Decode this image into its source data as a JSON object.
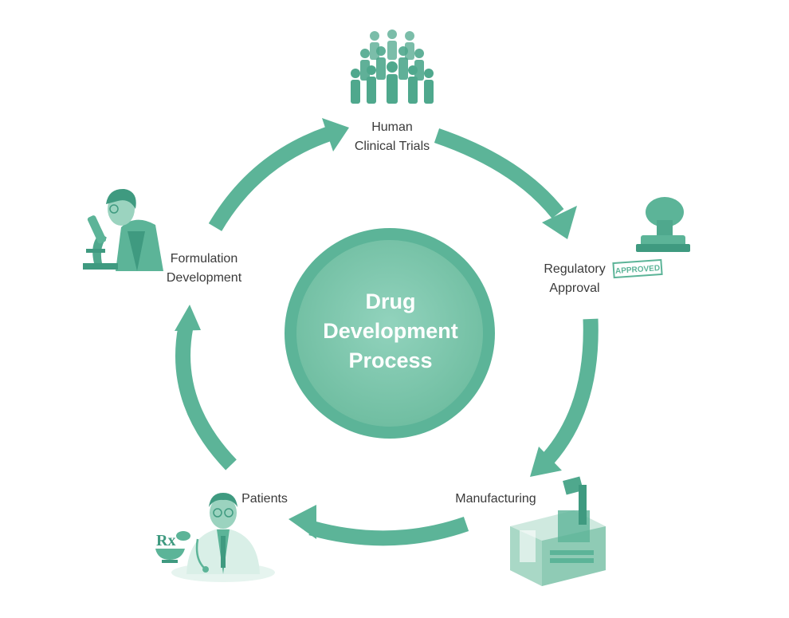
{
  "center": {
    "line1": "Drug",
    "line2": "Development",
    "line3": "Process"
  },
  "stages": {
    "human_clinical_trials": {
      "line1": "Human",
      "line2": "Clinical Trials",
      "icon": "crowd-icon"
    },
    "regulatory_approval": {
      "line1": "Regulatory",
      "line2": "Approval",
      "icon": "approved-stamp-icon",
      "stamp_text": "APPROVED"
    },
    "manufacturing": {
      "line1": "Manufacturing",
      "icon": "factory-machine-icon"
    },
    "patients": {
      "line1": "Patients",
      "icon": "doctor-icon",
      "rx_text": "Rx"
    },
    "formulation_development": {
      "line1": "Formulation",
      "line2": "Development",
      "icon": "scientist-microscope-icon"
    }
  },
  "colors": {
    "accent": "#5cb498",
    "accent_dark": "#3f9a80",
    "center_fill": "#7cc7ae",
    "label": "#3a3a3a"
  }
}
